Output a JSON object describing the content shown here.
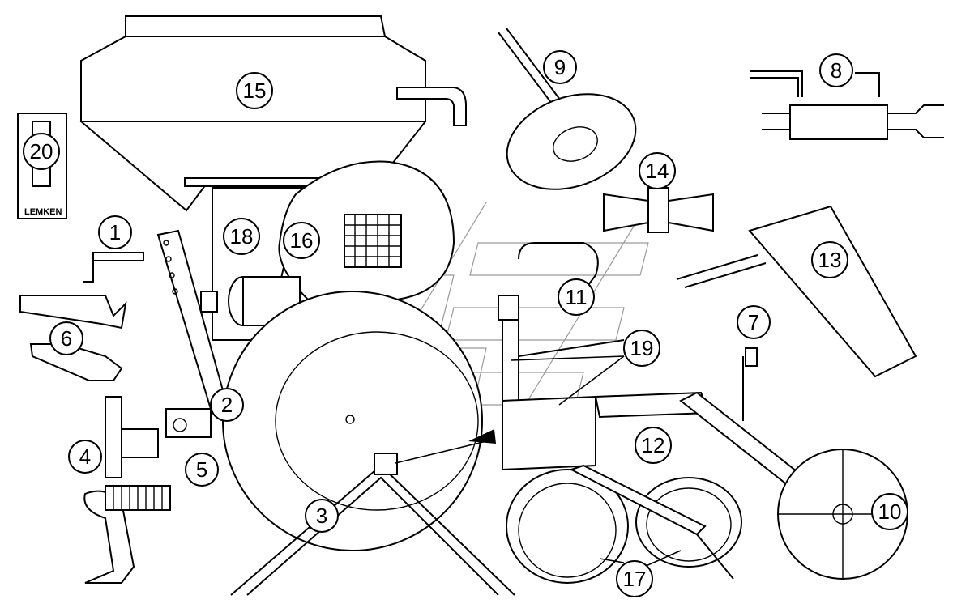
{
  "diagram": {
    "callouts": [
      {
        "id": "1",
        "label": "1"
      },
      {
        "id": "2",
        "label": "2"
      },
      {
        "id": "3",
        "label": "3"
      },
      {
        "id": "4",
        "label": "4"
      },
      {
        "id": "5",
        "label": "5"
      },
      {
        "id": "6",
        "label": "6"
      },
      {
        "id": "7",
        "label": "7"
      },
      {
        "id": "8",
        "label": "8"
      },
      {
        "id": "9",
        "label": "9"
      },
      {
        "id": "10",
        "label": "10"
      },
      {
        "id": "11",
        "label": "11"
      },
      {
        "id": "12",
        "label": "12"
      },
      {
        "id": "13",
        "label": "13"
      },
      {
        "id": "14",
        "label": "14"
      },
      {
        "id": "15",
        "label": "15"
      },
      {
        "id": "16",
        "label": "16"
      },
      {
        "id": "17",
        "label": "17"
      },
      {
        "id": "18",
        "label": "18"
      },
      {
        "id": "19",
        "label": "19"
      },
      {
        "id": "20",
        "label": "20"
      }
    ],
    "logo_text": "LEMKEN"
  }
}
